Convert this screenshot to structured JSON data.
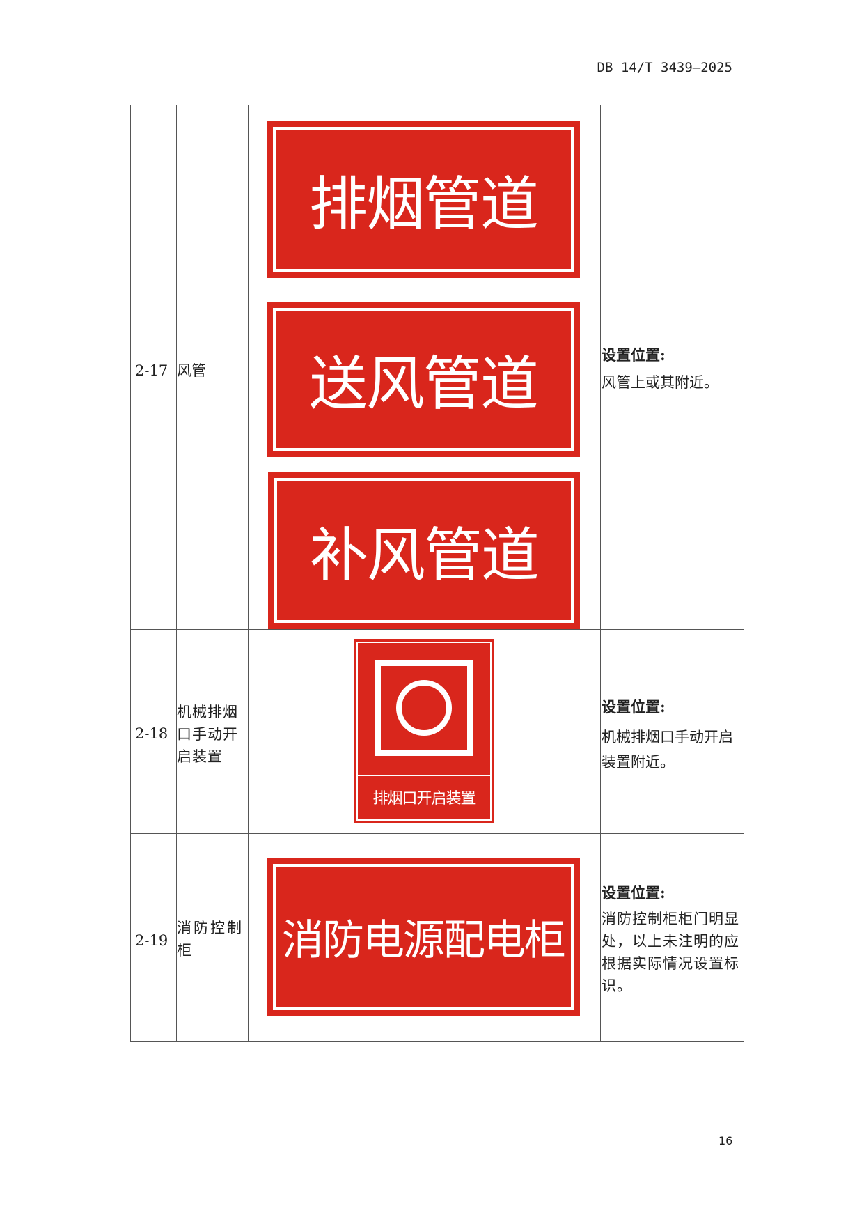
{
  "header": "DB 14/T 3439—2025",
  "page_number": "16",
  "rows": [
    {
      "id": "2-17",
      "name": "风管",
      "signs": [
        "排烟管道",
        "送风管道",
        "补风管道"
      ],
      "location_label": "设置位置:",
      "location": "风管上或其附近。"
    },
    {
      "id": "2-18",
      "name": "机械排烟口手动开启装置",
      "signs": [
        "排烟口开启装置"
      ],
      "location_label": "设置位置:",
      "location": "机械排烟口手动开启装置附近。"
    },
    {
      "id": "2-19",
      "name": "消防控制柜",
      "signs": [
        "消防电源配电柜"
      ],
      "location_label": "设置位置:",
      "location": "消防控制柜柜门明显处，以上未注明的应根据实际情况设置标识。"
    }
  ],
  "colors": {
    "sign_red": "#d9261c"
  }
}
